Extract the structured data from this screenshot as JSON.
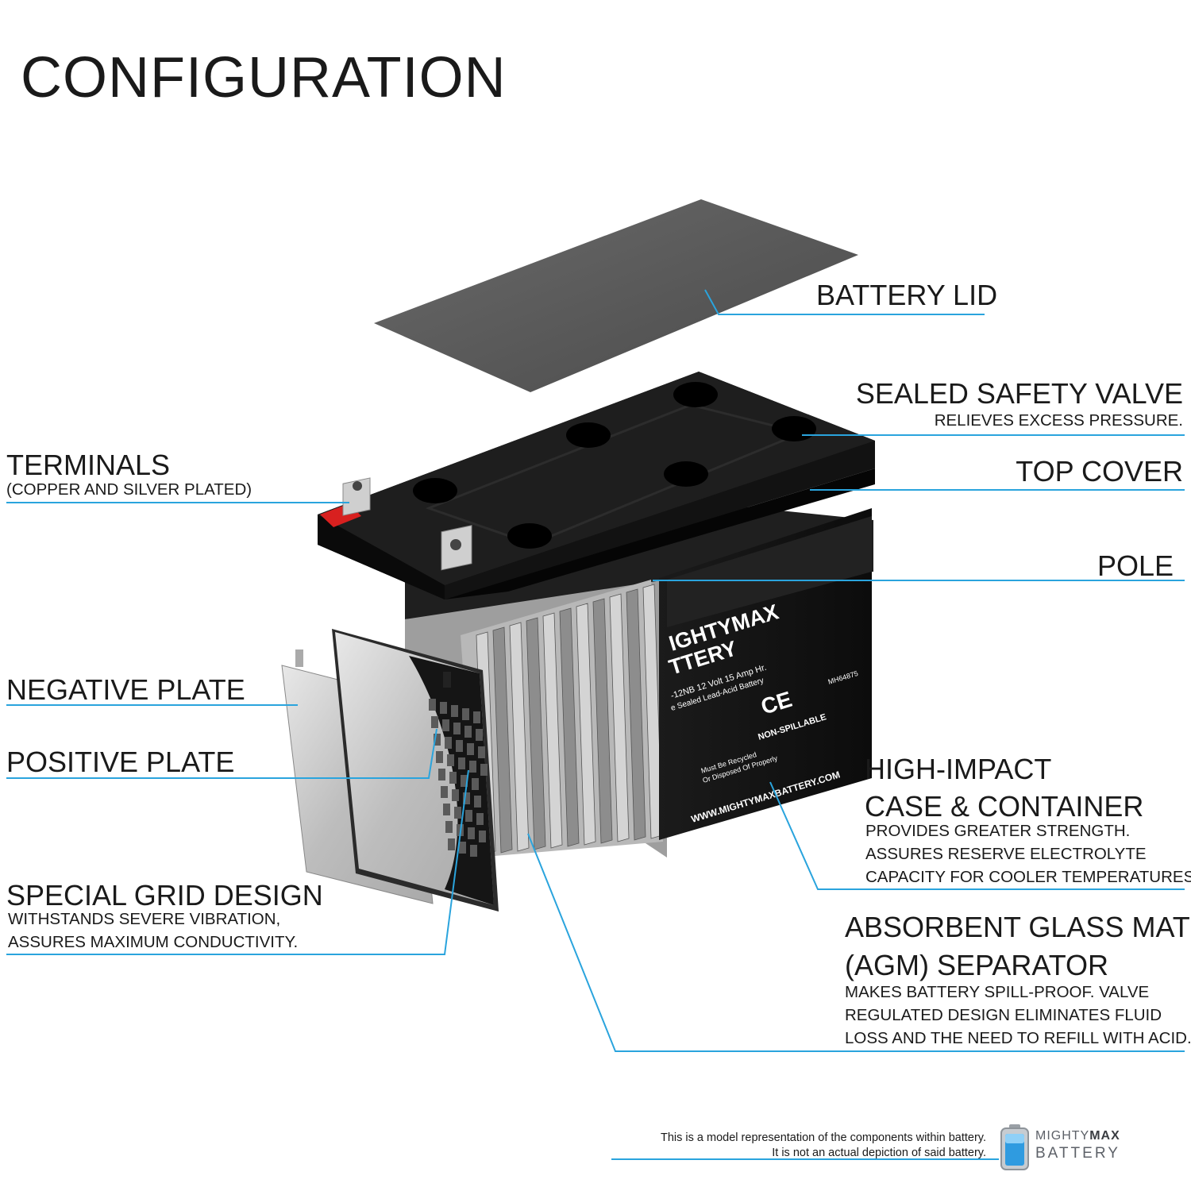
{
  "title": "CONFIGURATION",
  "labels": {
    "battery_lid": "BATTERY LID",
    "sealed_safety_valve": "SEALED SAFETY VALVE",
    "sealed_safety_valve_desc": "RELIEVES EXCESS PRESSURE.",
    "top_cover": "TOP COVER",
    "pole": "POLE",
    "terminals": "TERMINALS",
    "terminals_desc": "(COPPER AND SILVER PLATED)",
    "negative_plate": "NEGATIVE PLATE",
    "positive_plate": "POSITIVE PLATE",
    "grid_design": "SPECIAL GRID DESIGN",
    "grid_design_desc_1": "WITHSTANDS SEVERE VIBRATION,",
    "grid_design_desc_2": "ASSURES MAXIMUM CONDUCTIVITY.",
    "case_1": "HIGH-IMPACT",
    "case_2": "CASE & CONTAINER",
    "case_desc_1": "PROVIDES GREATER STRENGTH.",
    "case_desc_2": "ASSURES RESERVE ELECTROLYTE",
    "case_desc_3": "CAPACITY FOR COOLER TEMPERATURES.",
    "agm_1": "ABSORBENT GLASS MAT",
    "agm_2": "(AGM) SEPARATOR",
    "agm_desc_1": "MAKES BATTERY SPILL-PROOF. VALVE",
    "agm_desc_2": "REGULATED DESIGN ELIMINATES FLUID",
    "agm_desc_3": "LOSS AND THE NEED TO REFILL WITH ACID."
  },
  "battery_label": {
    "brand_line_1": "IGHTYMAX",
    "brand_line_2": "TTERY",
    "model": "-12NB 12 Volt 15 Amp Hr.",
    "type": "e Sealed Lead-Acid Battery",
    "cert": "CE",
    "ul_number": "MH64875",
    "non_spillable": "NON-SPILLABLE",
    "url": "WWW.MIGHTYMAXBATTERY.COM",
    "recycle_1": "Must Be Recycled",
    "recycle_2": "Or Disposed Of Properly",
    "website": "WWW.MIGHTYMAXBATTERY.COM"
  },
  "footer": {
    "line_1": "This is a model representation of the components within battery.",
    "line_2": "It is not an actual depiction of said battery."
  },
  "logo": {
    "line_1_a": "MIGHTY",
    "line_1_b": "MAX",
    "line_2": "BATTERY"
  },
  "colors": {
    "leader": "#2aa4dd",
    "case": "#141414",
    "plate": "#c9c9c9",
    "terminal_red": "#d8201f"
  }
}
